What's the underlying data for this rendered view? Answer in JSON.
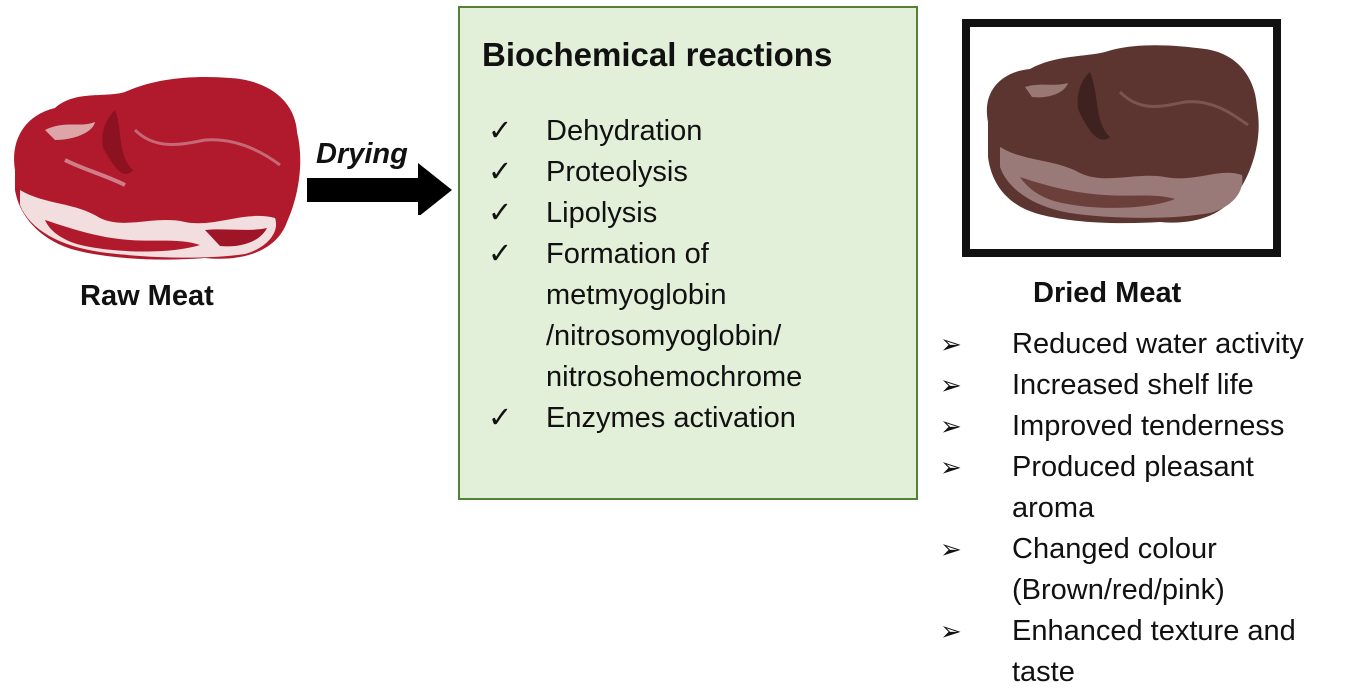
{
  "raw_label": "Raw Meat",
  "arrow_label": "Drying",
  "reactions": {
    "title": "Biochemical reactions",
    "items": [
      "Dehydration",
      "Proteolysis",
      "Lipolysis",
      "Formation of\nmetmyoglobin\n/nitrosomyoglobin/\nnitrosohemochrome",
      "Enzymes activation"
    ]
  },
  "dried_label": "Dried Meat",
  "effects": [
    "Reduced water activity",
    "Increased shelf life",
    "Improved tenderness",
    "Produced pleasant\naroma",
    "Changed colour\n(Brown/red/pink)",
    "Enhanced texture and\ntaste"
  ],
  "colors": {
    "box_fill": "#e2efd9",
    "box_border": "#548235",
    "raw_meat": "#b01a2c",
    "dried_meat": "#5c3530"
  }
}
